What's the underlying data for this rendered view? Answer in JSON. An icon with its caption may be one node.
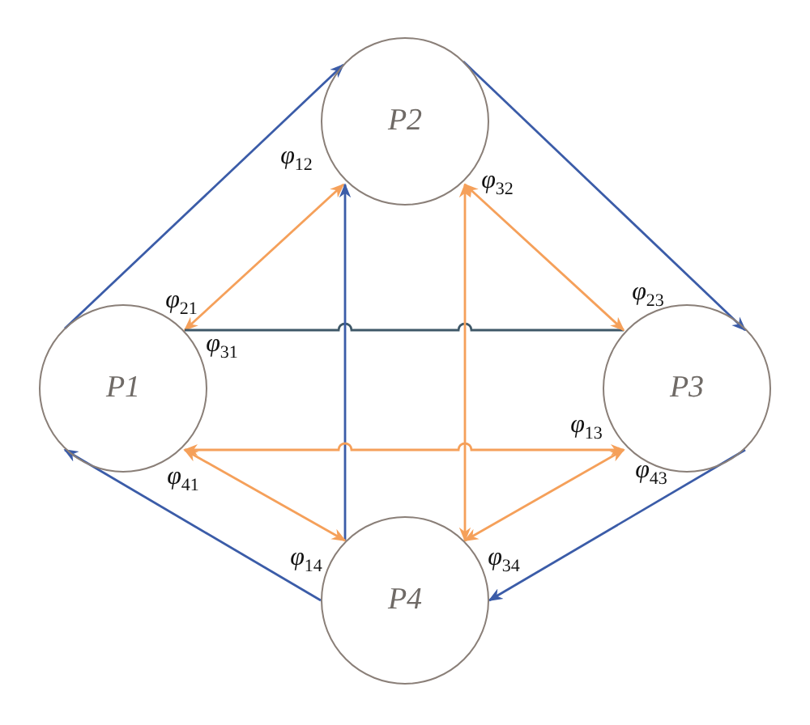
{
  "diagram": {
    "nodes": [
      {
        "text": [
          "P1"
        ]
      },
      {
        "text": [
          "P2"
        ]
      },
      {
        "text": [
          "P3"
        ]
      },
      {
        "text": [
          "P4"
        ]
      }
    ],
    "edges": [
      {
        "from": 0,
        "to": 1,
        "arrow": "to",
        "color": "#3b5ca8"
      },
      {
        "from": 1,
        "to": 2,
        "arrow": "to",
        "color": "#3b5ca8"
      },
      {
        "from": 2,
        "to": 3,
        "arrow": "to",
        "color": "#3b5ca8"
      },
      {
        "from": 3,
        "to": 0,
        "arrow": "to",
        "color": "#3b5ca8"
      },
      {
        "from": 0,
        "to": 1,
        "arrow": "both"
      },
      {
        "from": 0,
        "to": 2,
        "arrow": "none",
        "color": "#3f5868"
      },
      {
        "from": 3,
        "to": 1,
        "arrow": "to",
        "color": "#3b5ca8"
      },
      {
        "from": 3,
        "to": 1,
        "arrow": "both"
      },
      {
        "from": 1,
        "to": 2,
        "arrow": "both"
      },
      {
        "from": 0,
        "to": 2,
        "arrow": "both"
      },
      {
        "from": 0,
        "to": 3,
        "arrow": "both"
      },
      {
        "from": 2,
        "to": 3,
        "arrow": "both"
      }
    ],
    "labels": [
      "φ$_{12}$",
      "φ$_{32}$",
      "φ$_{21}$",
      "φ$_{23}$",
      "φ$_{31}$",
      "φ$_{13}$",
      "φ$_{41}$",
      "φ$_{43}$",
      "φ$_{14}$",
      "φ$_{34}$"
    ]
  }
}
